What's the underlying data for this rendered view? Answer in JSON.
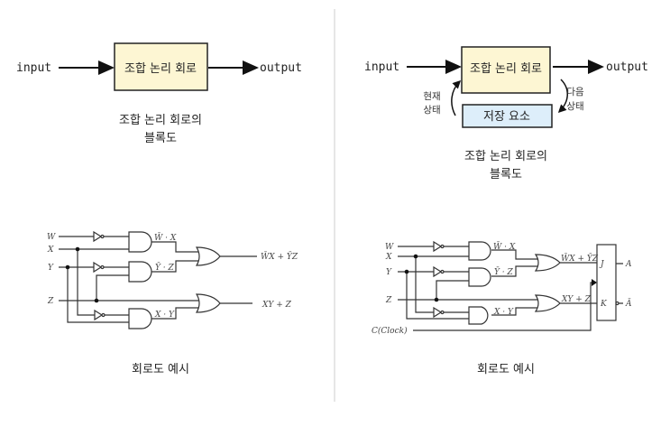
{
  "left_block": {
    "input": "input",
    "output": "output",
    "box": "조합 논리 회로",
    "caption_line1": "조합 논리 회로의",
    "caption_line2": "블록도"
  },
  "right_block": {
    "input": "input",
    "output": "output",
    "box": "조합 논리 회로",
    "storage": "저장 요소",
    "current_state_1": "현재",
    "current_state_2": "상태",
    "next_state_1": "다음",
    "next_state_2": "상태",
    "caption_line1": "조합 논리 회로의",
    "caption_line2": "블록도"
  },
  "left_circuit": {
    "inputs": [
      "W",
      "X",
      "Y",
      "Z"
    ],
    "and_labels": [
      "W̄ · X",
      "Ȳ · Z",
      "X · Y"
    ],
    "outputs": [
      "W̄X + ȲZ",
      "XY + Z"
    ],
    "caption": "회로도 예시"
  },
  "right_circuit": {
    "inputs": [
      "W",
      "X",
      "Y",
      "Z"
    ],
    "clock": "C(Clock)",
    "and_labels": [
      "W̄ · X",
      "Ȳ · Z",
      "X · Y"
    ],
    "or_labels": [
      "W̄X + ȲZ",
      "XY + Z"
    ],
    "ff_inputs": [
      "J",
      "K"
    ],
    "ff_outputs": [
      "A",
      "Ā"
    ],
    "caption": "회로도 예시"
  },
  "colors": {
    "combo_box": "#fdf6d3",
    "storage_box": "#ddeefa",
    "divider": "#cccccc"
  }
}
